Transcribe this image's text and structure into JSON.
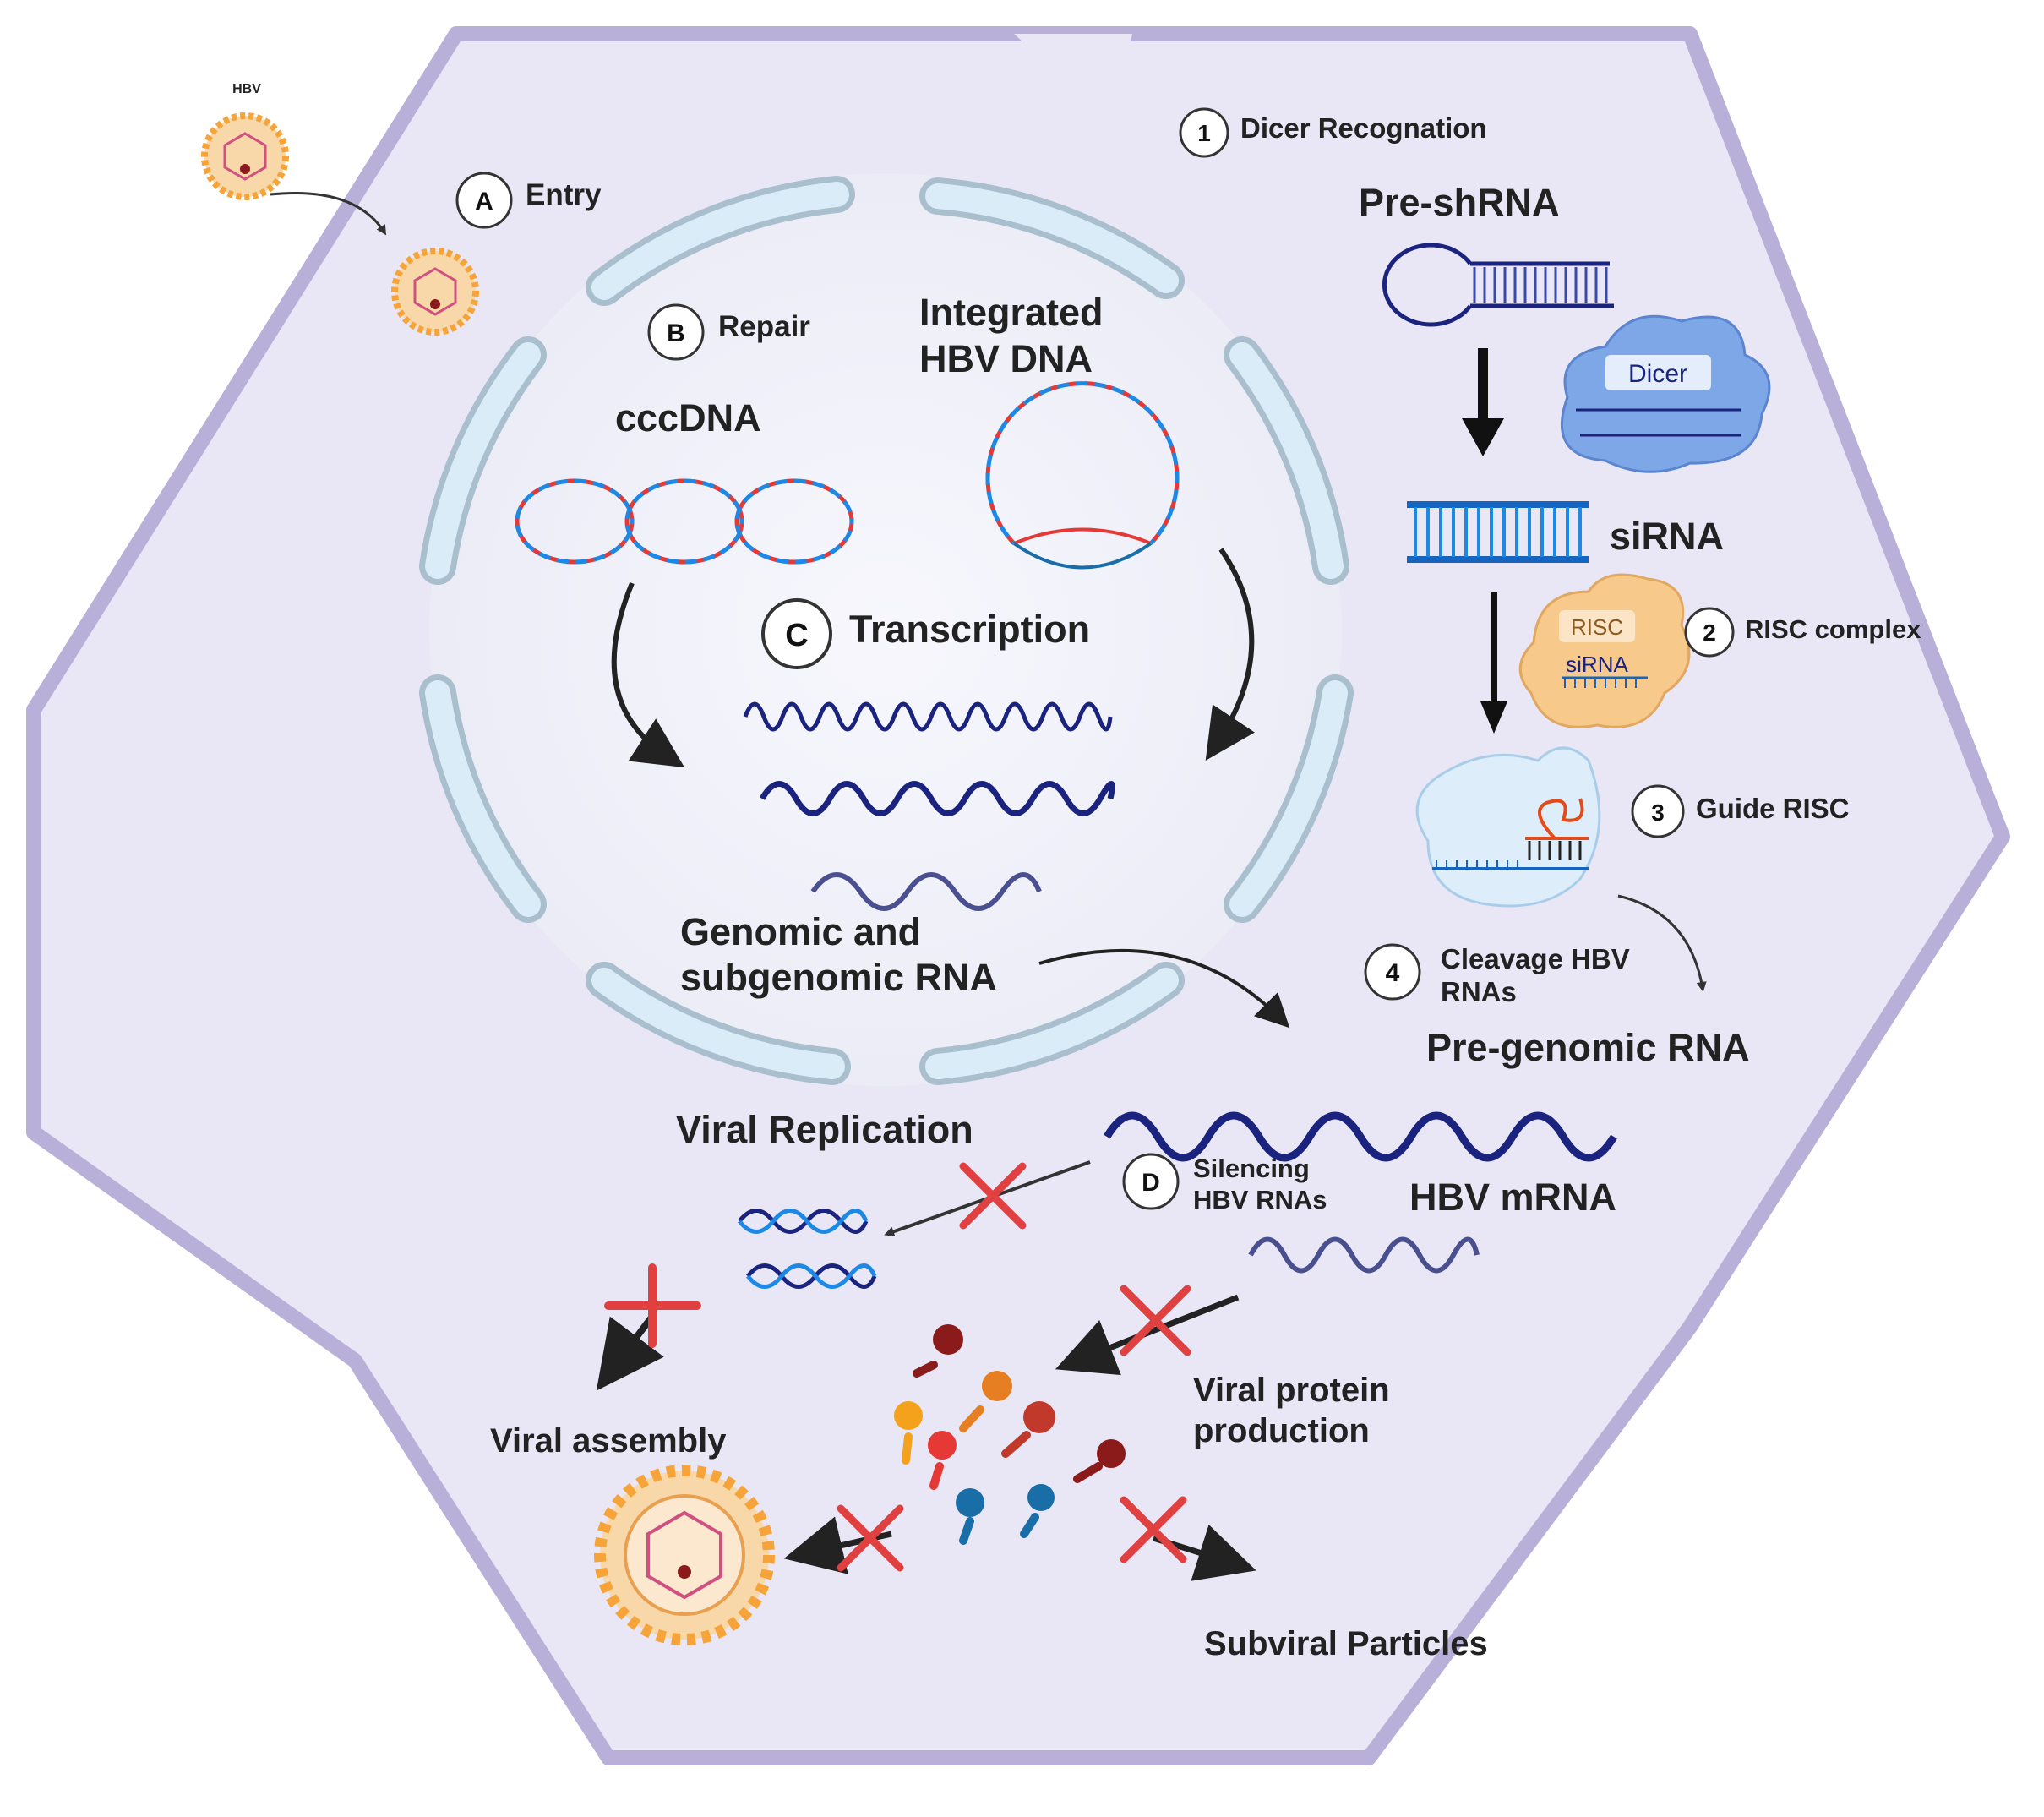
{
  "labels": {
    "hbv_small": "HBV",
    "entry": "Entry",
    "repair": "Repair",
    "cccdna": "cccDNA",
    "integrated_line1": "Integrated",
    "integrated_line2": "HBV DNA",
    "transcription": "Transcription",
    "genomic_line1": "Genomic and",
    "genomic_line2": "subgenomic RNA",
    "dicer_recognation": "Dicer Recognation",
    "pre_shrna": "Pre-shRNA",
    "dicer": "Dicer",
    "sirna": "siRNA",
    "risc": "RISC",
    "risc_sirna": "siRNA",
    "risc_complex": "RISC complex",
    "guide_risc": "Guide RISC",
    "cleavage_line1": "Cleavage HBV",
    "cleavage_line2": "RNAs",
    "pre_genomic_rna": "Pre-genomic RNA",
    "viral_replication": "Viral Replication",
    "silencing_line1": "Silencing",
    "silencing_line2": "HBV RNAs",
    "hbv_mrna": "HBV mRNA",
    "viral_protein_line1": "Viral protein",
    "viral_protein_line2": "production",
    "viral_assembly": "Viral assembly",
    "subviral_particles": "Subviral Particles"
  },
  "step_markers": {
    "a": "A",
    "b": "B",
    "c": "C",
    "d": "D",
    "s1": "1",
    "s2": "2",
    "s3": "3",
    "s4": "4"
  },
  "colors": {
    "cell_fill": "#e9e6f5",
    "cell_border": "#b8b0d8",
    "nucleus_fill": "#f2f2fb",
    "envelope_fill": "#d9ecf8",
    "envelope_stroke": "#a9bfcd",
    "rna_dark": "#1a237e",
    "rna_mid": "#4a4f90",
    "dna_red": "#e53935",
    "dna_blue": "#1e88e5",
    "sirna_blue": "#1565c0",
    "cross_red": "#e04040",
    "dicer_blue": "#7ea7e8",
    "risc_orange": "#f7c98a",
    "virus_orange": "#f6a33a"
  }
}
